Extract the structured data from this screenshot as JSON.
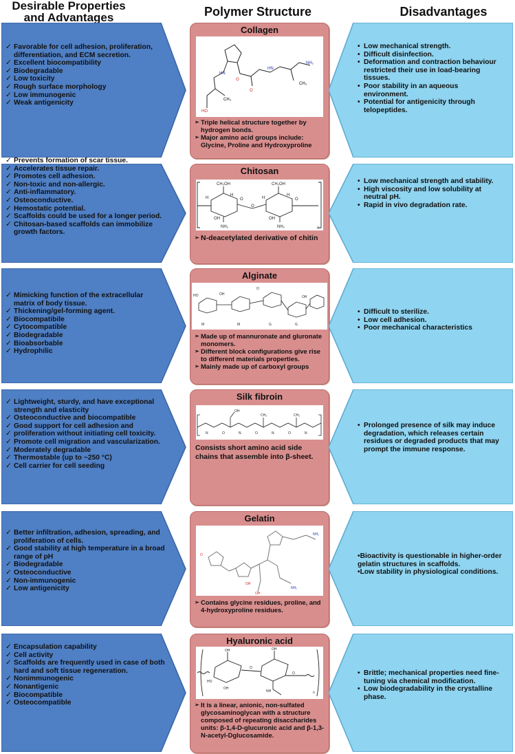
{
  "headers": {
    "left": "Desirable Properties\nand Advantages",
    "middle": "Polymer Structure",
    "right": "Disadvantages"
  },
  "colors": {
    "advantage_fill": "#4f7fc4",
    "disadvantage_fill": "#8fd4f0",
    "structure_fill": "#d98e8e"
  },
  "rows": [
    {
      "polymer": "Collagen",
      "advantages": [
        "Favorable for cell adhesion, proliferation, differentiation, and ECM secretion.",
        "Excellent biocompatibility",
        "Biodegradable",
        "Low toxicity",
        "Rough surface morphology",
        "Low immunogenic",
        "Weak antigenicity"
      ],
      "structure_notes": [
        "Triple helical structure together by hydrogen bonds.",
        "Major amino acid groups include: Glycine, Proline and Hydroxyproline"
      ],
      "disadvantages": [
        "Low mechanical strength.",
        "Difficult disinfection.",
        "Deformation and contraction behaviour restricted their use in load-bearing tissues.",
        "Poor stability in an aqueous environment.",
        "Potential for antigenicity through telopeptides."
      ]
    },
    {
      "polymer": "Chitosan",
      "advantages": [
        "Prevents formation of scar tissue.",
        "Accelerates tissue repair.",
        "Promotes cell adhesion.",
        "Non-toxic and non-allergic.",
        "Anti-inflammatory.",
        "Osteoconductive.",
        "Hemostatic potential.",
        "Scaffolds could be used for a longer period.",
        "Chitosan-based scaffolds can immobilize growth factors."
      ],
      "structure_notes": [
        "N-deacetylated derivative of chitin"
      ],
      "disadvantages": [
        "Low mechanical strength and stability.",
        "High viscosity and low solubility at neutral pH.",
        "Rapid in vivo degradation rate."
      ]
    },
    {
      "polymer": "Alginate",
      "advantages": [
        "Mimicking function of the extracellular matrix of body tissue.",
        "Thickening/gel-forming agent.",
        "Biocompatibile",
        "Cytocompatible",
        "Biodegradable",
        "Bioabsorbable",
        "Hydrophilic"
      ],
      "structure_notes": [
        "Made up of mannuronate and gluronate monomers.",
        "Different block configurations give rise to different materials properties.",
        "Mainly made up of carboxyl groups"
      ],
      "disadvantages": [
        "Difficult to sterilize.",
        "Low cell adhesion.",
        "Poor mechanical characteristics"
      ]
    },
    {
      "polymer": "Silk fibroin",
      "advantages": [
        "Lightweight, sturdy,  and have exceptional strength and elasticity",
        "Osteoconductive and biocompatible",
        "Good support for cell adhesion and",
        "proliferation without initiating cell toxicity.",
        "Promote cell migration and vascularization.",
        "Moderately degradable",
        "Thermostable (up to ~250 °C)",
        "Cell carrier for cell seeding"
      ],
      "structure_notes": [
        "Consists short amino acid side chains that assemble into β-sheet."
      ],
      "disadvantages": [
        "Prolonged presence of silk may induce degradation, which releases certain residues or degraded products that may prompt the immune response."
      ]
    },
    {
      "polymer": "Gelatin",
      "advantages": [
        "Better infiltration, adhesion, spreading, and proliferation of cells.",
        "Good stability at high temperature in a broad range of pH",
        "Biodegradable",
        "Osteoconductive",
        "Non-immunogenic",
        "Low antigenicity"
      ],
      "structure_notes": [
        "Contains glycine residues, proline, and 4-hydroxyproline residues."
      ],
      "disadvantages": [
        "•Bioactivity is questionable in higher-order gelatin structures in scaffolds.",
        "•Low stability in physiological conditions."
      ]
    },
    {
      "polymer": "Hyaluronic acid",
      "advantages": [
        "Encapsulation capability",
        "Cell activity",
        "Scaffolds are frequently used in case of both hard and soft tissue regeneration.",
        "Nonimmunogenic",
        "Nonantigenic",
        "Biocompatible",
        "Osteocompatible"
      ],
      "structure_notes": [
        "It is a linear, anionic, non-sulfated glycosaminoglycan with a structure composed of repeating disaccharides units: β-1,4-D-glucuronic acid and β-1,3-N-acetyl-Dglucosamide."
      ],
      "disadvantages": [
        "Brittle; mechanical properties need fine-tuning via chemical modification.",
        "Low biodegradability in the crystalline phase."
      ]
    }
  ]
}
